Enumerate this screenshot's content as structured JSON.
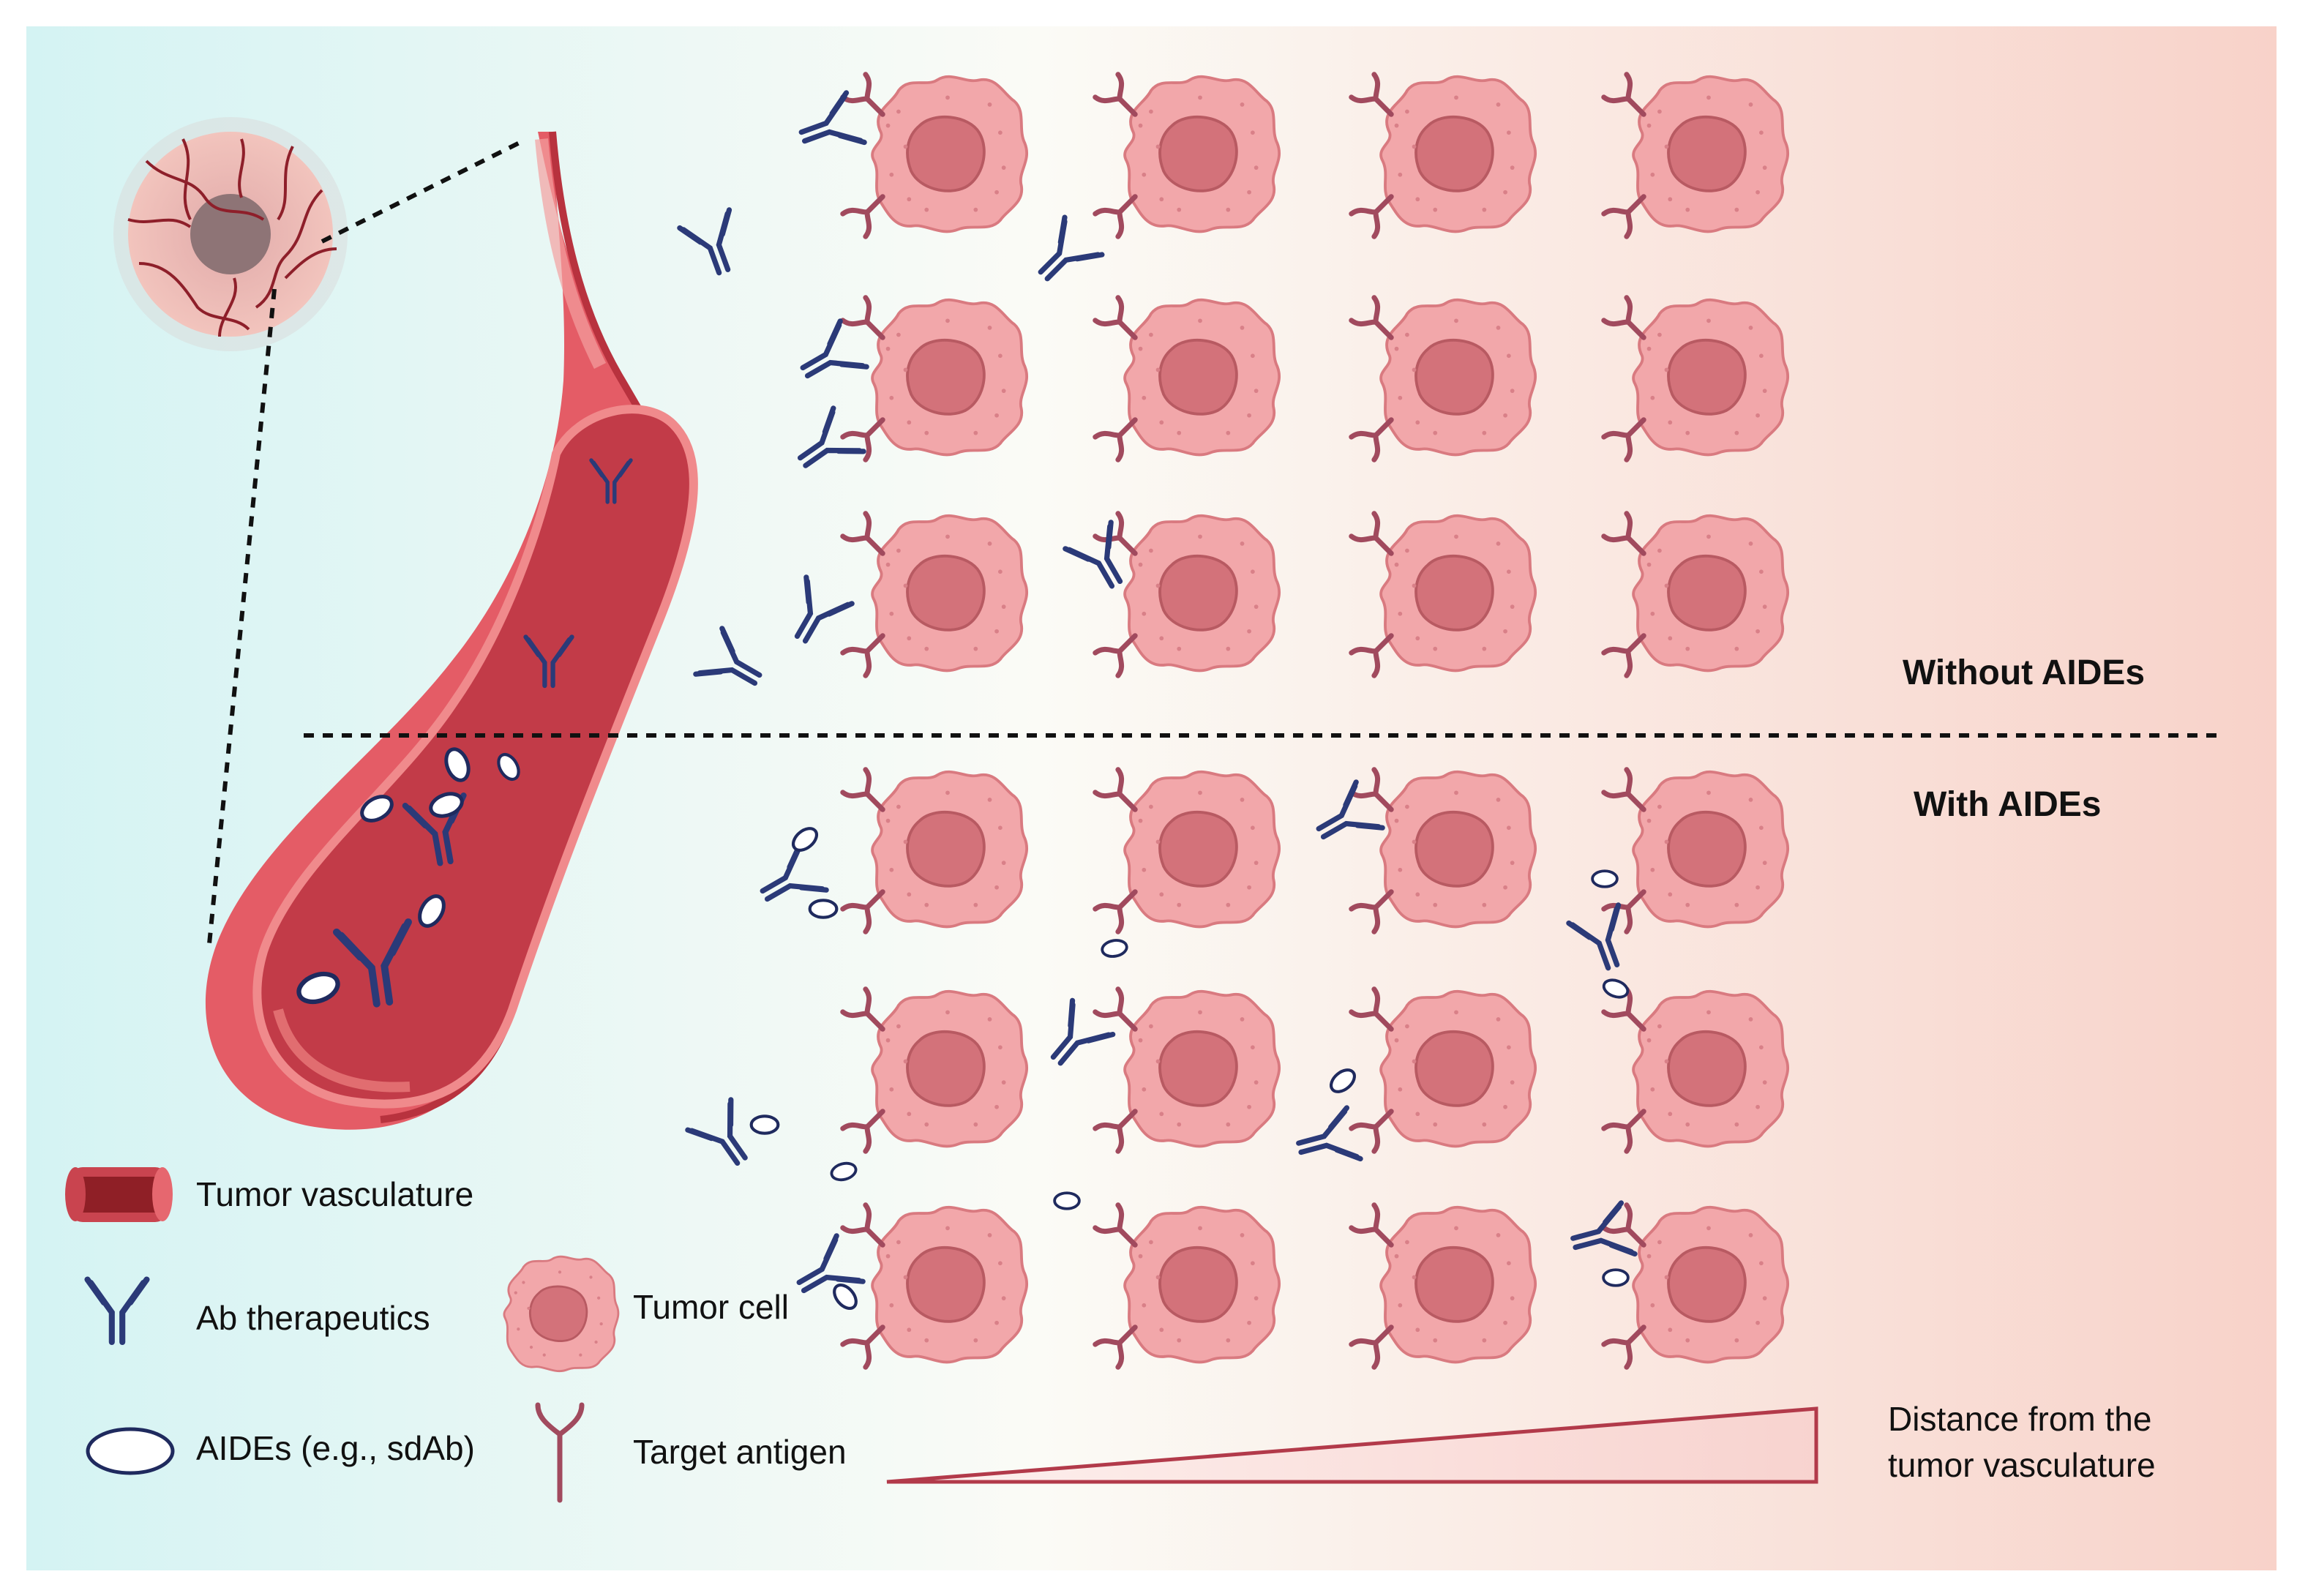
{
  "sections": {
    "without": "Without AIDEs",
    "with": "With AIDEs"
  },
  "legend": {
    "vasculature": "Tumor vasculature",
    "ab": "Ab therapeutics",
    "aides": "AIDEs (e.g., sdAb)",
    "tumor_cell": "Tumor cell",
    "antigen": "Target antigen"
  },
  "gradient_label": {
    "line1": "Distance from the",
    "line2": "tumor vasculature"
  },
  "colors": {
    "bg_left": "#d7f4f4",
    "bg_mid": "#fdf9f3",
    "bg_right": "#f9d4cc",
    "vessel": "#c9444f",
    "cell": "#f2a4a7",
    "nucleus": "#d4727a",
    "antibody": "#2b3a78",
    "antigen": "#a14a5e"
  }
}
